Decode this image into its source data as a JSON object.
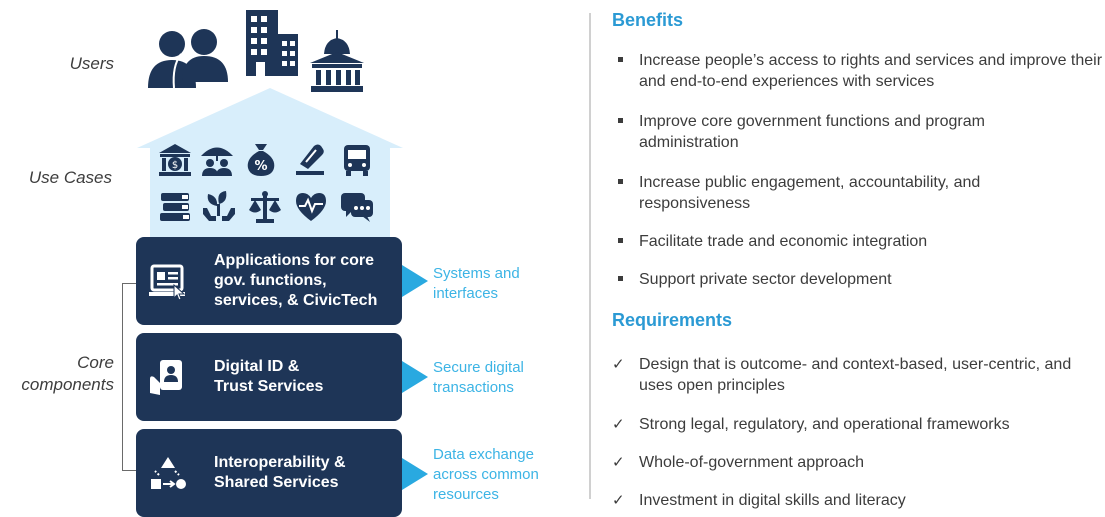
{
  "left": {
    "users_label": "Users",
    "use_cases_label": "Use Cases",
    "core_label_line1": "Core",
    "core_label_line2": "components",
    "users_icons": [
      "people-icon",
      "office-building-icon",
      "government-building-icon"
    ],
    "use_case_icons": [
      "bank-icon",
      "social-protection-icon",
      "finance-bag-icon",
      "voting-icon",
      "bus-icon",
      "education-books-icon",
      "agriculture-plant-icon",
      "justice-scales-icon",
      "health-heart-icon",
      "chat-icon"
    ],
    "components": [
      {
        "icon": "application-screen-icon",
        "lines": [
          "Applications for core",
          "gov. functions,",
          "services, & CivicTech"
        ],
        "output": [
          "Systems and",
          "interfaces"
        ]
      },
      {
        "icon": "digital-id-icon",
        "lines": [
          "Digital ID &",
          "Trust Services"
        ],
        "output": [
          "Secure digital",
          "transactions"
        ]
      },
      {
        "icon": "interoperability-icon",
        "lines": [
          "Interoperability &",
          "Shared Services"
        ],
        "output": [
          "Data exchange",
          "across common",
          "resources"
        ]
      }
    ]
  },
  "colors": {
    "navy": "#1e3557",
    "light_blue": "#d8eefb",
    "accent": "#2b9ad4",
    "arrow": "#29a9e0"
  },
  "benefits": {
    "title": "Benefits",
    "items": [
      "Increase people’s access to rights and services and improve their and end-to-end experiences with services",
      "Improve core government functions and program administration",
      "Increase public engagement, accountability, and responsiveness",
      "Facilitate trade and economic integration",
      "Support private sector development"
    ]
  },
  "requirements": {
    "title": "Requirements",
    "check_glyph": "✓",
    "items": [
      "Design that is outcome- and context-based, user-centric, and uses open principles",
      "Strong legal, regulatory, and operational frameworks",
      "Whole-of-government approach",
      "Investment in digital skills and literacy"
    ]
  }
}
